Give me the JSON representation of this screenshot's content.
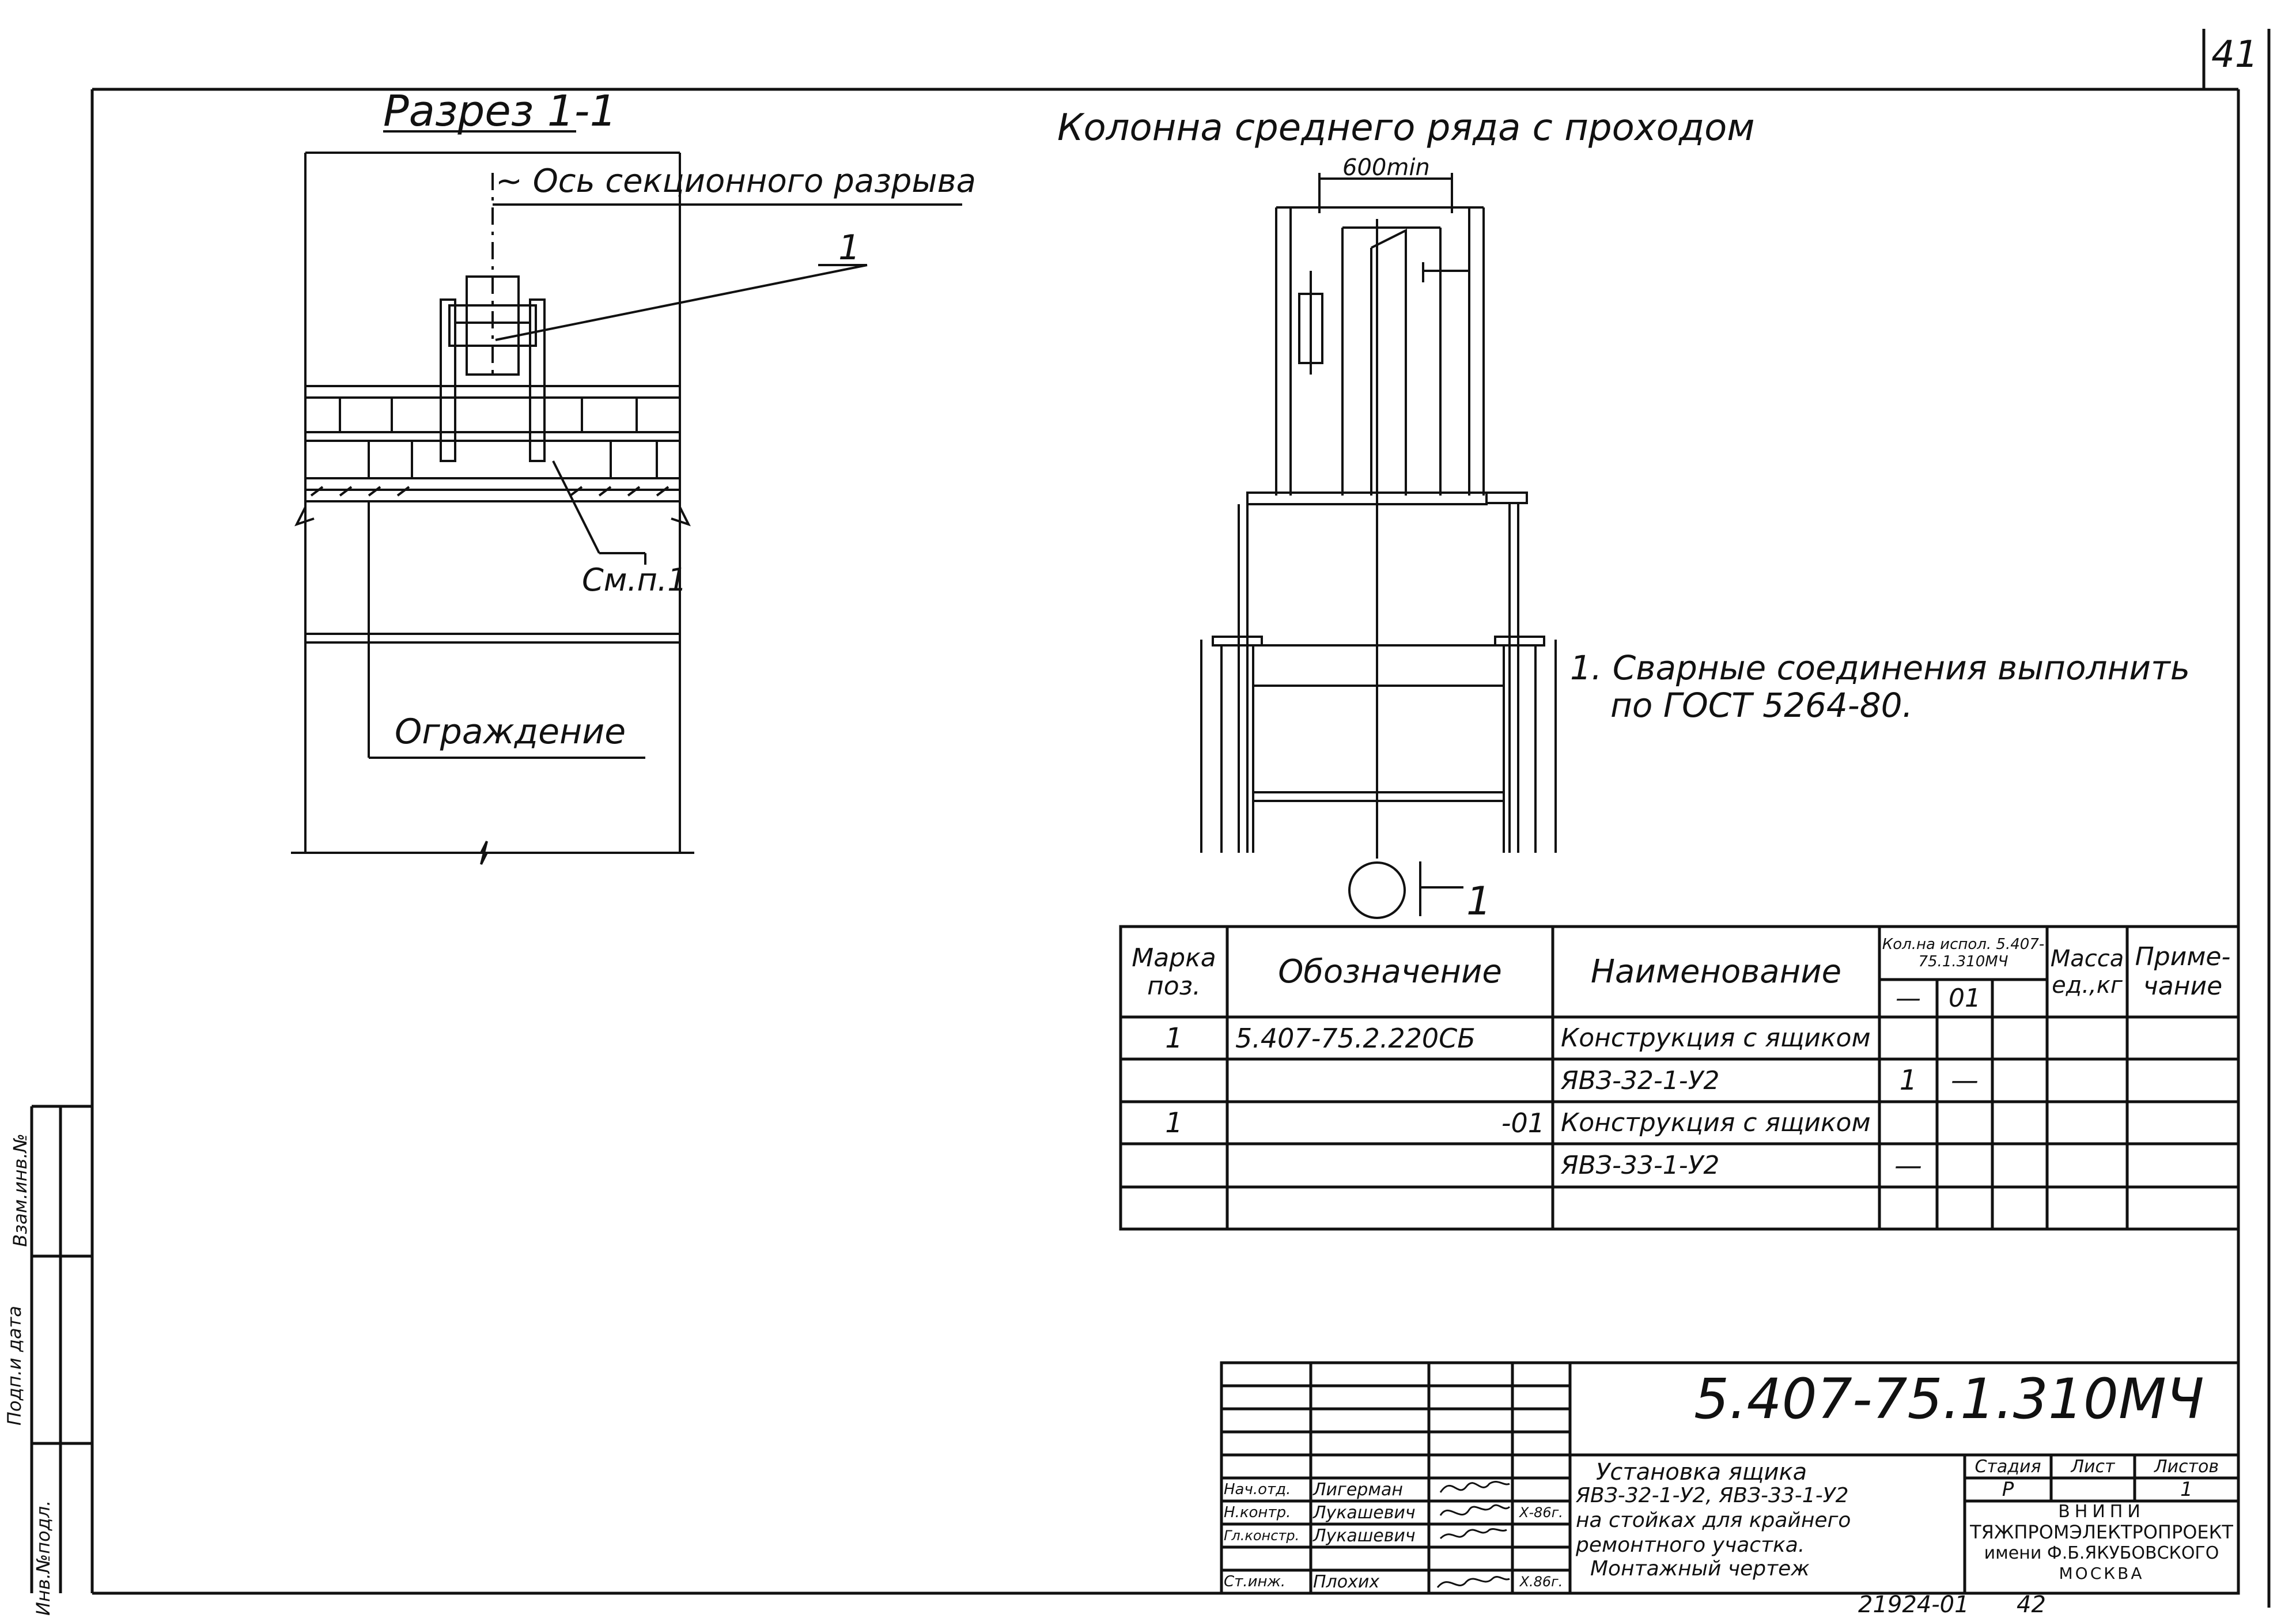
{
  "sheet": {
    "page_number": "41",
    "footer_code": "21924-01",
    "footer_num": "42"
  },
  "section": {
    "title": "Разрез 1-1",
    "axis_label": "~ Ось секционного разрыва",
    "callout_1": "1",
    "see_note": "См.п.1",
    "fence_label": "Ограждение"
  },
  "column_view": {
    "title": "Колонна среднего ряда с проходом",
    "dimension": "600min",
    "cut_mark": "1"
  },
  "note": {
    "line1": "1. Сварные соединения выполнить",
    "line2": "по ГОСТ 5264-80."
  },
  "spec_table": {
    "headers": {
      "mark": "Марка поз.",
      "designation": "Обозначение",
      "name": "Наименование",
      "qty": "Кол.на испол. 5.407-75.1.310МЧ",
      "qty_col1": "—",
      "qty_col2": "01",
      "mass": "Масса ед.,кг",
      "note": "Приме- чание"
    },
    "rows": [
      {
        "mark": "1",
        "designation": "5.407-75.2.220СБ",
        "name": "Конструкция с ящиком",
        "q1": "",
        "q2": ""
      },
      {
        "mark": "",
        "designation": "",
        "name": "ЯВЗ-32-1-У2",
        "q1": "1",
        "q2": "—"
      },
      {
        "mark": "1",
        "designation": "-01",
        "name": "Конструкция с ящиком",
        "q1": "",
        "q2": ""
      },
      {
        "mark": "",
        "designation": "",
        "name": "ЯВЗ-33-1-У2",
        "q1": "—",
        "q2": ""
      },
      {
        "mark": "",
        "designation": "",
        "name": "",
        "q1": "",
        "q2": ""
      }
    ]
  },
  "title_block": {
    "doc_number": "5.407-75.1.310МЧ",
    "title_line1": "Установка ящика",
    "title_line2": "ЯВЗ-32-1-У2, ЯВЗ-33-1-У2",
    "title_line3": "на стойках для крайнего",
    "title_line4": "ремонтного участка.",
    "title_line5": "Монтажный чертеж",
    "stage_header": "Стадия",
    "sheet_header": "Лист",
    "sheets_header": "Листов",
    "stage_value": "Р",
    "sheets_value": "1",
    "org_line1": "ВНИПИ",
    "org_line2": "ТЯЖПРОМЭЛЕКТРОПРОЕКТ",
    "org_line3": "имени Ф.Б.ЯКУБОВСКОГО",
    "org_line4": "МОСКВА",
    "signers": [
      {
        "role": "Нач.отд.",
        "name": "Лигерман",
        "date": ""
      },
      {
        "role": "Н.контр.",
        "name": "Лукашевич",
        "date": "Х-86г."
      },
      {
        "role": "Гл.констр.",
        "name": "Лукашевич",
        "date": ""
      },
      {
        "role": "Ст.инж.",
        "name": "Плохих",
        "date": "Х.86г."
      }
    ]
  },
  "side_stamp": {
    "col1": "Инв.№подл.",
    "col2": "Подп.и дата",
    "col3": "Взам.инв.№"
  }
}
